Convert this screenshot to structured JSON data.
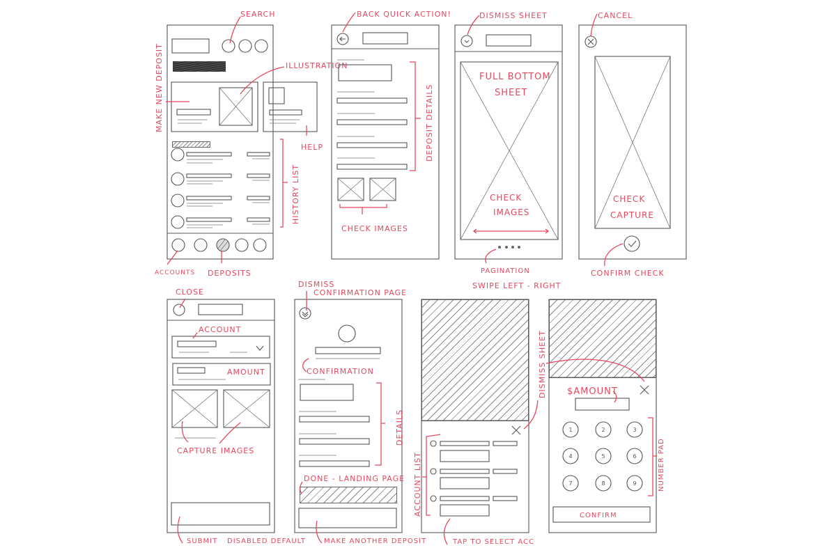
{
  "colors": {
    "ink": "#555555",
    "annotation": "#e5485e"
  },
  "screens": [
    {
      "name": "home-dashboard",
      "annotations": {
        "search": "SEARCH",
        "illustration": "ILLUSTRATION",
        "make_new_deposit": "MAKE NEW DEPOSIT",
        "help": "HELP",
        "history_list": "HISTORY LIST",
        "accounts": "ACCOUNTS",
        "deposits": "DEPOSITS"
      }
    },
    {
      "name": "deposit-details",
      "annotations": {
        "back": "BACK QUICK ACTION!",
        "deposit_details": "DEPOSIT DETAILS",
        "check_images": "CHECK IMAGES"
      }
    },
    {
      "name": "check-images-sheet",
      "annotations": {
        "dismiss_sheet": "DISMISS SHEET",
        "full_bottom": "FULL BOTTOM",
        "sheet": "SHEET",
        "check": "CHECK",
        "images": "IMAGES",
        "pagination": "PAGINATION",
        "swipe": "SWIPE LEFT - RIGHT"
      }
    },
    {
      "name": "check-capture",
      "annotations": {
        "cancel": "CANCEL",
        "check": "CHECK",
        "capture": "CAPTURE",
        "confirm_check": "CONFIRM CHECK"
      }
    },
    {
      "name": "new-deposit-form",
      "annotations": {
        "close": "CLOSE",
        "account": "ACCOUNT",
        "amount": "AMOUNT",
        "capture_images": "CAPTURE IMAGES",
        "submit": "SUBMIT",
        "disabled_default": "DISABLED DEFAULT"
      }
    },
    {
      "name": "confirmation-page",
      "annotations": {
        "dismiss": "DISMISS",
        "confirmation_page": "CONFIRMATION PAGE",
        "confirmation": "CONFIRMATION",
        "details": "DETAILS",
        "done": "DONE - LANDING PAGE",
        "make_another": "MAKE ANOTHER DEPOSIT"
      }
    },
    {
      "name": "account-select-sheet",
      "annotations": {
        "dismiss_sheet": "DISMISS SHEET",
        "account_list": "ACCOUNT LIST",
        "tap_to_select": "TAP TO SELECT ACC"
      }
    },
    {
      "name": "amount-number-pad",
      "annotations": {
        "amount": "$AMOUNT",
        "number_pad": "NUMBER PAD",
        "confirm": "CONFIRM"
      },
      "keys": [
        "1",
        "2",
        "3",
        "4",
        "5",
        "6",
        "7",
        "8",
        "9"
      ]
    }
  ]
}
